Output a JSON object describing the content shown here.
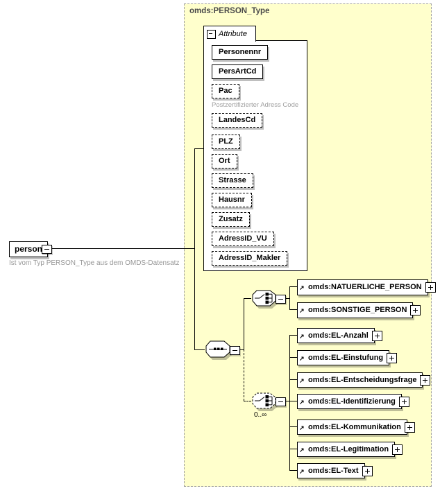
{
  "diagram": {
    "root": {
      "name": "person",
      "annotation": "Ist vom Typ PERSON_Type aus dem OMDS-Datensatz"
    },
    "type": {
      "name": "omds:PERSON_Type"
    },
    "attributes": {
      "section_label": "Attribute",
      "items": [
        {
          "name": "Personennr",
          "required": true
        },
        {
          "name": "PersArtCd",
          "required": true
        },
        {
          "name": "Pac",
          "required": false,
          "annotation": "Postzertifizierter Adress Code"
        },
        {
          "name": "LandesCd",
          "required": false
        },
        {
          "name": "PLZ",
          "required": false
        },
        {
          "name": "Ort",
          "required": false
        },
        {
          "name": "Strasse",
          "required": false
        },
        {
          "name": "Hausnr",
          "required": false
        },
        {
          "name": "Zusatz",
          "required": false
        },
        {
          "name": "AdressID_VU",
          "required": false
        },
        {
          "name": "AdressID_Makler",
          "required": false
        }
      ]
    },
    "choice1": {
      "elements": [
        {
          "name": "omds:NATUERLICHE_PERSON"
        },
        {
          "name": "omds:SONSTIGE_PERSON"
        }
      ]
    },
    "choice2": {
      "occurrence": "0..∞",
      "elements": [
        {
          "name": "omds:EL-Anzahl"
        },
        {
          "name": "omds:EL-Einstufung"
        },
        {
          "name": "omds:EL-Entscheidungsfrage"
        },
        {
          "name": "omds:EL-Identifizierung"
        },
        {
          "name": "omds:EL-Kommunikation"
        },
        {
          "name": "omds:EL-Legitimation"
        },
        {
          "name": "omds:EL-Text"
        }
      ]
    },
    "colors": {
      "container_fill": "#ffffcc",
      "container_border": "#a0a0a0",
      "box_border": "#000000",
      "annotation_text": "#969696"
    }
  }
}
